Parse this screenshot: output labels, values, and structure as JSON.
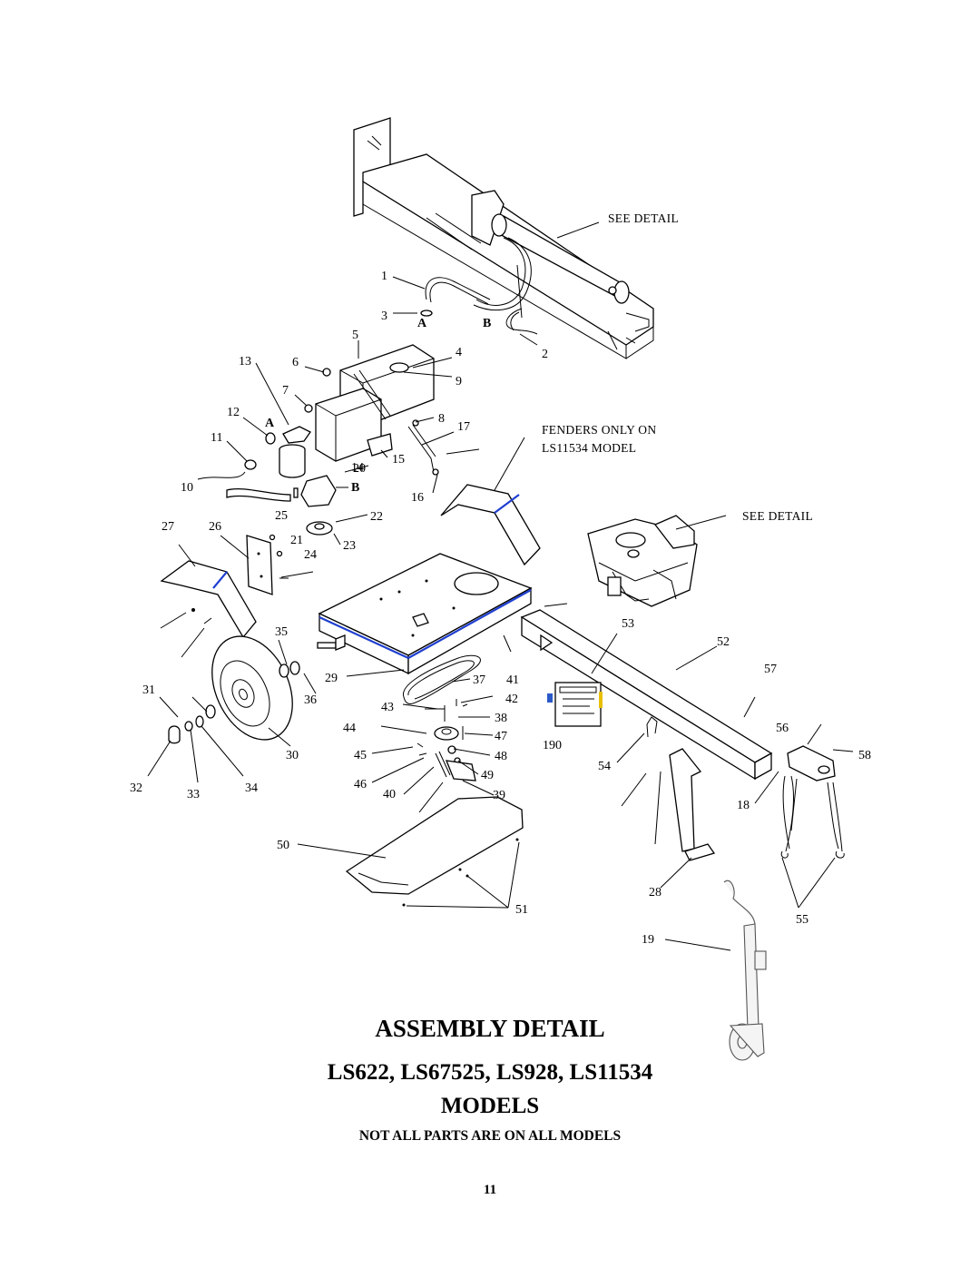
{
  "diagram": {
    "callouts": {
      "see_detail_top": "SEE DETAIL",
      "see_detail_engine": "SEE DETAIL",
      "fenders_line1": "FENDERS ONLY ON",
      "fenders_line2": "LS11534 MODEL",
      "hose_end_a_top": "A",
      "hose_end_b_top": "B",
      "hose_end_a_valve": "A",
      "hose_end_b_pump": "B"
    },
    "part_numbers": [
      "1",
      "2",
      "3",
      "4",
      "5",
      "6",
      "7",
      "8",
      "9",
      "10",
      "11",
      "12",
      "13",
      "14",
      "15",
      "16",
      "17",
      "18",
      "19",
      "20",
      "21",
      "22",
      "23",
      "24",
      "25",
      "26",
      "27",
      "28",
      "29",
      "30",
      "31",
      "32",
      "33",
      "34",
      "35",
      "36",
      "37",
      "38",
      "39",
      "40",
      "41",
      "42",
      "43",
      "44",
      "45",
      "46",
      "47",
      "48",
      "49",
      "50",
      "51",
      "52",
      "53",
      "54",
      "55",
      "56",
      "57",
      "58",
      "190"
    ]
  },
  "title": "ASSEMBLY DETAIL",
  "models_line1": "LS622, LS67525, LS928, LS11534",
  "models_line2": "MODELS",
  "subtitle": "NOT ALL PARTS ARE ON ALL MODELS",
  "page_number": "11"
}
